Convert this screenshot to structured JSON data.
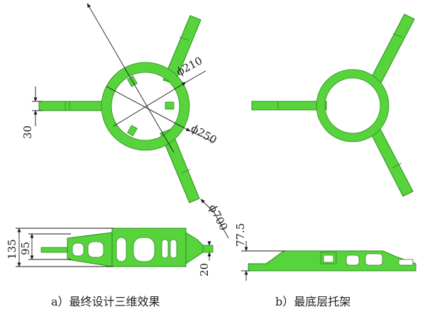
{
  "dimensions": {
    "d210": "ϕ210",
    "d250": "ϕ250",
    "d700": "ϕ700",
    "arm_width": "30",
    "h135": "135",
    "h95": "95",
    "base20": "20",
    "h77_5": "77.5"
  },
  "captions": {
    "a": "a）最终设计三维效果",
    "b": "b）最底层托架"
  },
  "colors": {
    "part": "#57d43b",
    "part_edge": "#2a8a1e",
    "dimension": "#1a1a1a"
  }
}
